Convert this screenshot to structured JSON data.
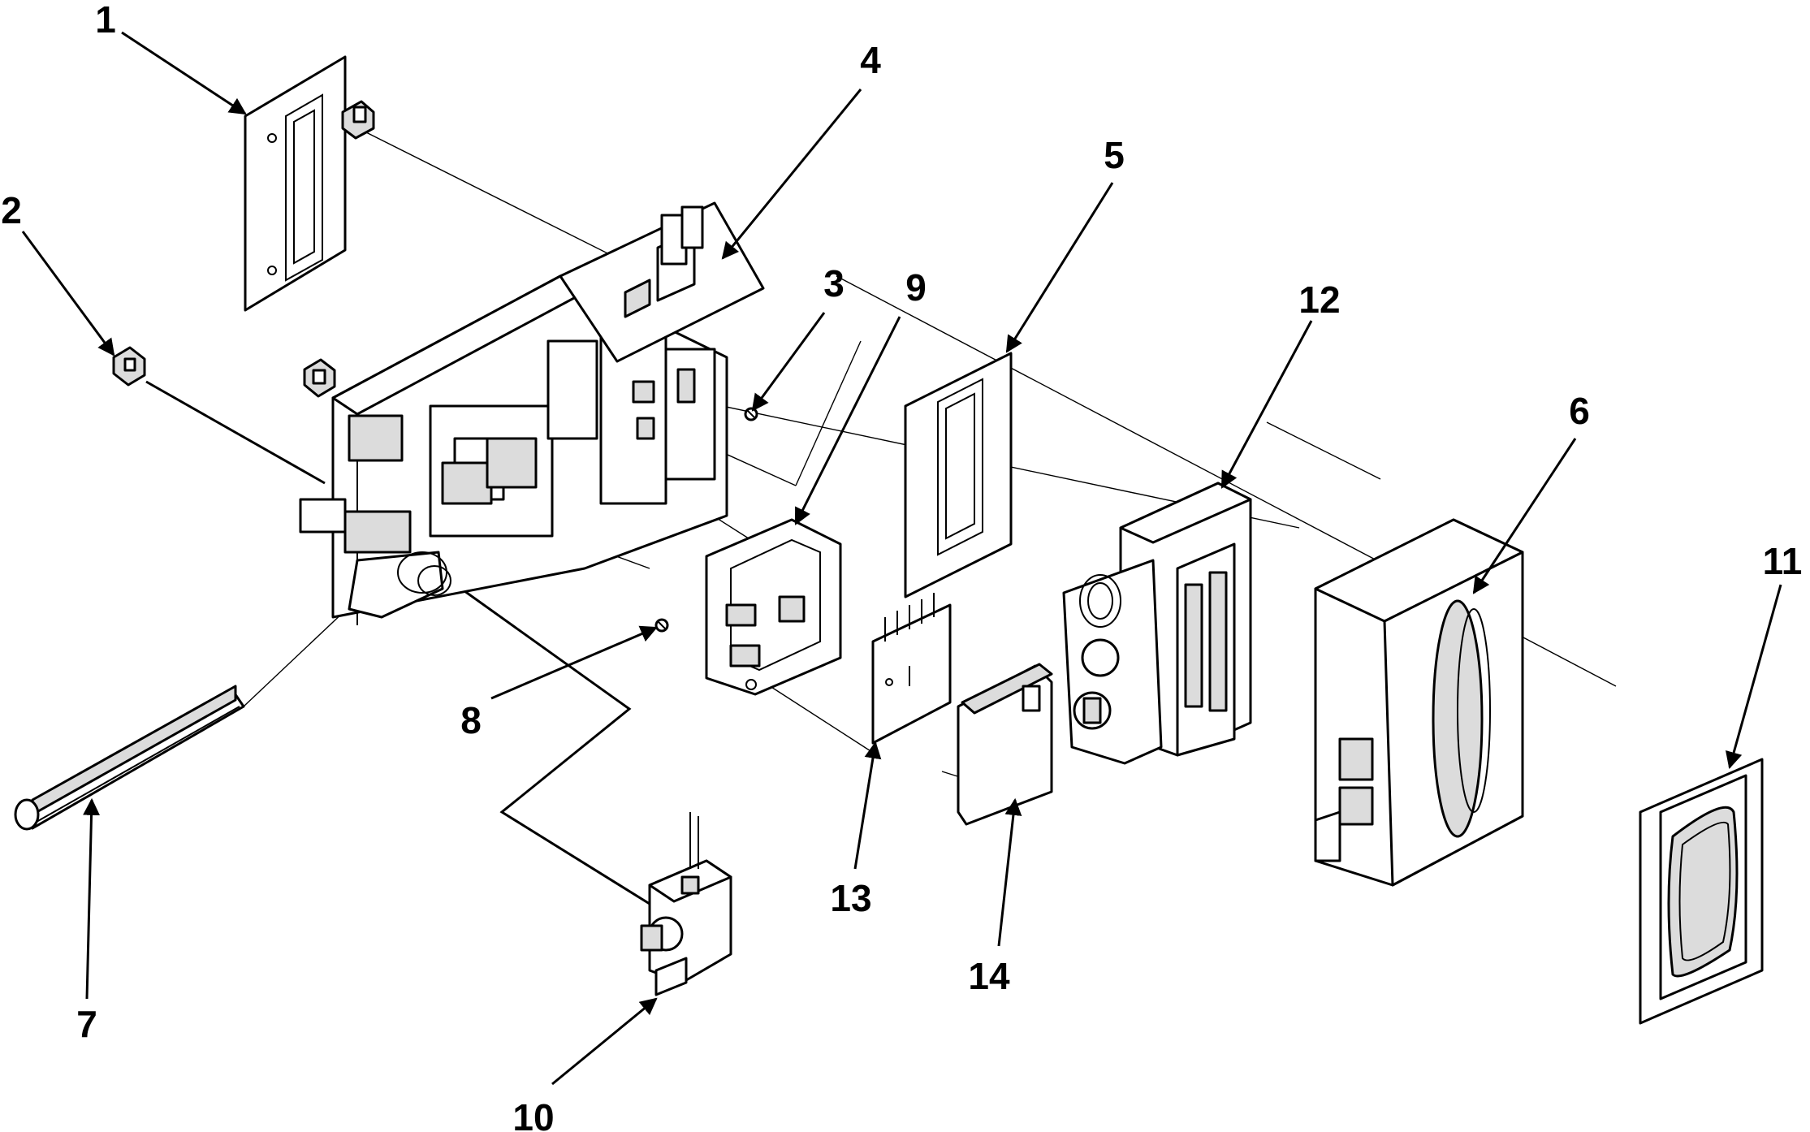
{
  "callouts": [
    {
      "id": "1",
      "label": "1"
    },
    {
      "id": "2",
      "label": "2"
    },
    {
      "id": "3",
      "label": "3"
    },
    {
      "id": "4",
      "label": "4"
    },
    {
      "id": "5",
      "label": "5"
    },
    {
      "id": "6",
      "label": "6"
    },
    {
      "id": "7",
      "label": "7"
    },
    {
      "id": "8",
      "label": "8"
    },
    {
      "id": "9",
      "label": "9"
    },
    {
      "id": "10",
      "label": "10"
    },
    {
      "id": "11",
      "label": "11"
    },
    {
      "id": "12",
      "label": "12"
    },
    {
      "id": "13",
      "label": "13"
    },
    {
      "id": "14",
      "label": "14"
    }
  ],
  "colors": {
    "line": "#000000",
    "background": "#ffffff",
    "part_fill": "#dcdcdc"
  }
}
